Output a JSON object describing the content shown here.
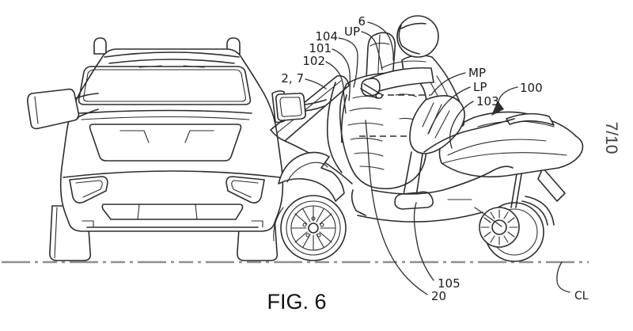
{
  "figure": {
    "caption": "FIG. 6",
    "sheet_number": "7/10"
  },
  "callouts": {
    "c104": "104",
    "c101": "101",
    "c102": "102",
    "cUP": "UP",
    "c6": "6",
    "c2_7": "2, 7",
    "cMP": "MP",
    "cLP": "LP",
    "c103": "103",
    "c100": "100",
    "c105": "105",
    "c20": "20",
    "cCL": "CL"
  },
  "colors": {
    "line": "#2d2d2d",
    "ground_line": "#8f8f8f",
    "label_text": "#1a1a1a",
    "background": "#ffffff"
  }
}
